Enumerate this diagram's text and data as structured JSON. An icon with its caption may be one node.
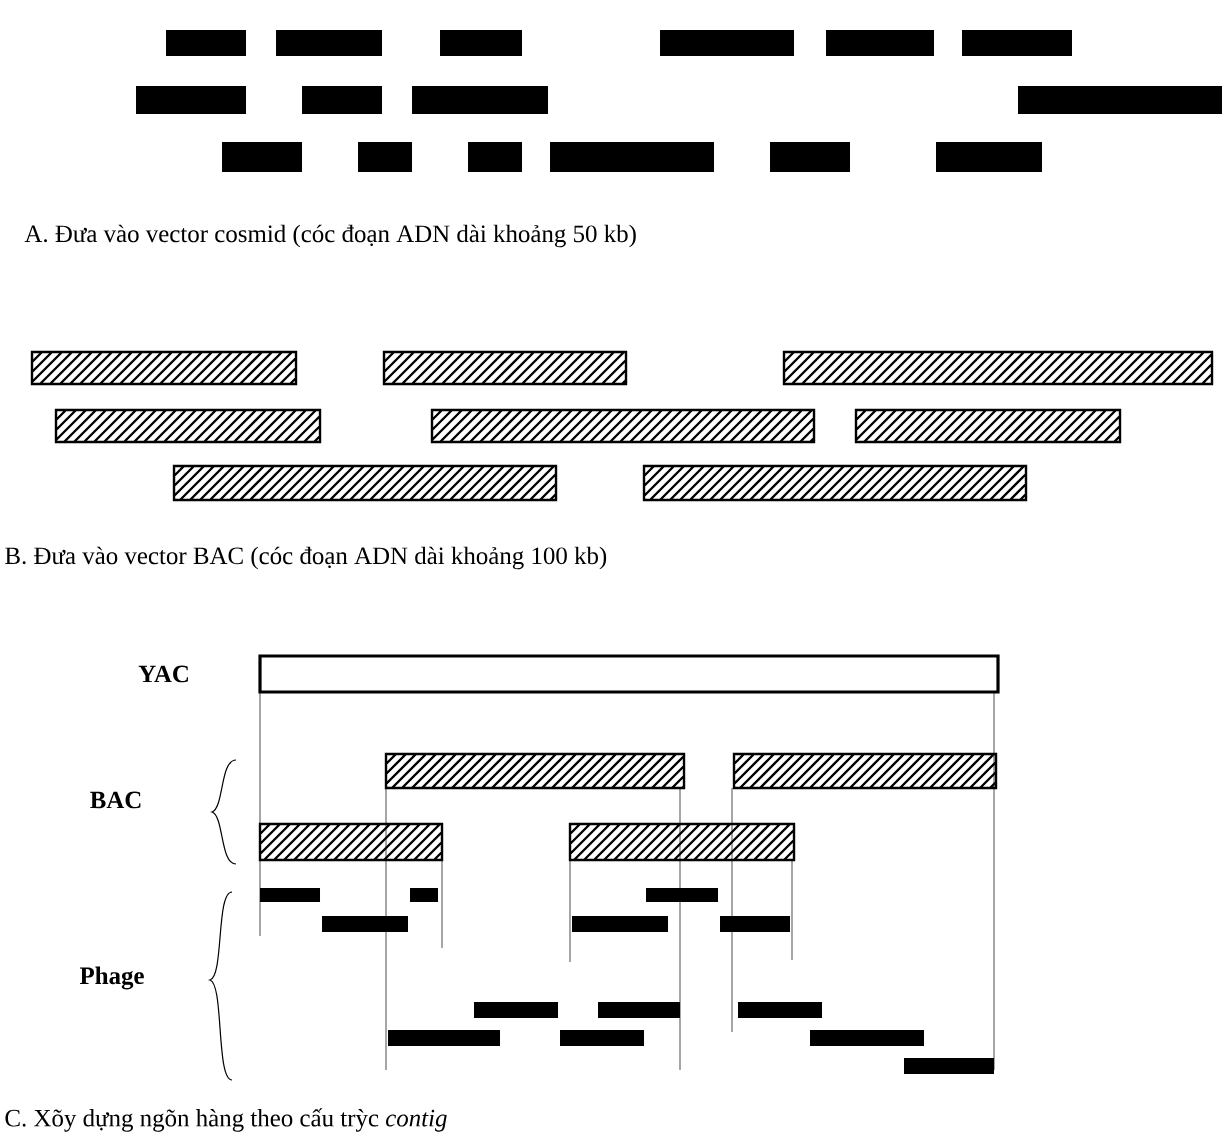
{
  "diagram": {
    "labels": [
      "A.  Đưa vào vector cosmid (cóc đoạn ADN dài khoảng 50 kb)",
      "B.  Đưa vào vector BAC (cóc đoạn ADN dài khoảng 100 kb)",
      "YAC",
      "BAC",
      "Phage",
      "C. Xõy dựng ngõn hàng theo cấu trỳc *contig*"
    ]
  }
}
